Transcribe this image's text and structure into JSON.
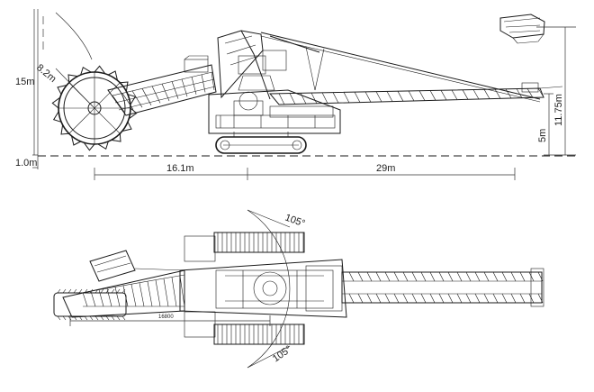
{
  "side_view": {
    "dims": {
      "wheel_radius": "8.2m",
      "total_height": "15m",
      "ground_level": "1.0m",
      "front_offset": "16.1m",
      "discharge_reach": "29m",
      "boom_height": "11.75m",
      "discharge_height": "5m"
    }
  },
  "plan_view": {
    "dims": {
      "slew_angle_top": "105°",
      "slew_angle_bottom": "105°",
      "track_length": "16800"
    }
  }
}
